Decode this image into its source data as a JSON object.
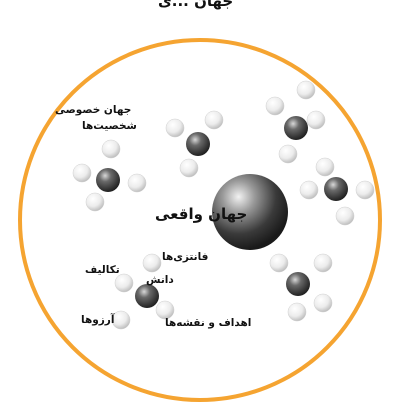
{
  "diagram": {
    "colors": {
      "boundary": "#F5A431",
      "dark_sphere": "#3a3a3a",
      "light_sphere": "#e2e2e2",
      "label": "#111111"
    },
    "labels": {
      "top_partial": "جهان ...ی",
      "private_world_line1": "جهان خصوصی",
      "private_world_line2": "شخصیت‌ها",
      "real_world": "جهان واقعی",
      "fantasies": "فانتزی‌ها",
      "knowledge": "دانش",
      "duties": "تکالیف",
      "goals_plans": "اهداف و نقشه‌ها",
      "wishes": "آرزوها"
    }
  }
}
